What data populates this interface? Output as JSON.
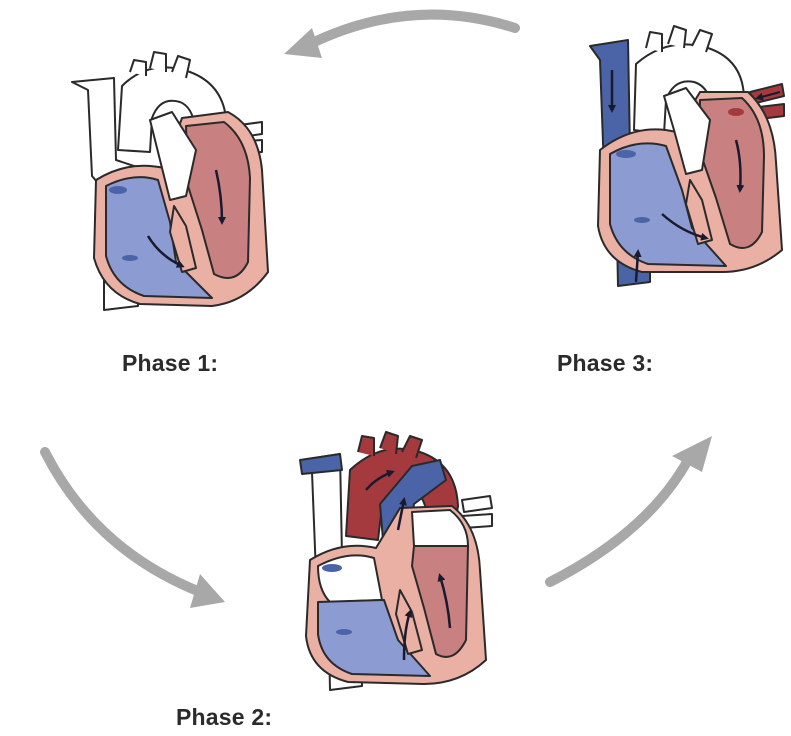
{
  "phases": [
    {
      "label": "Phase 1:"
    },
    {
      "label": "Phase 2:"
    },
    {
      "label": "Phase 3:"
    }
  ],
  "colors": {
    "deoxygenated_blue": "#8c9bd2",
    "vena_cava_blue": "#4b64a8",
    "oxygenated_red": "#c98080",
    "aorta_red": "#a53a3e",
    "muscle_pink": "#eab0a4",
    "arrow_gray": "#a8a8a8",
    "outline": "#2a2a2a"
  },
  "icons": [
    "cycle-arrow-icon",
    "blood-flow-arrow-icon"
  ]
}
